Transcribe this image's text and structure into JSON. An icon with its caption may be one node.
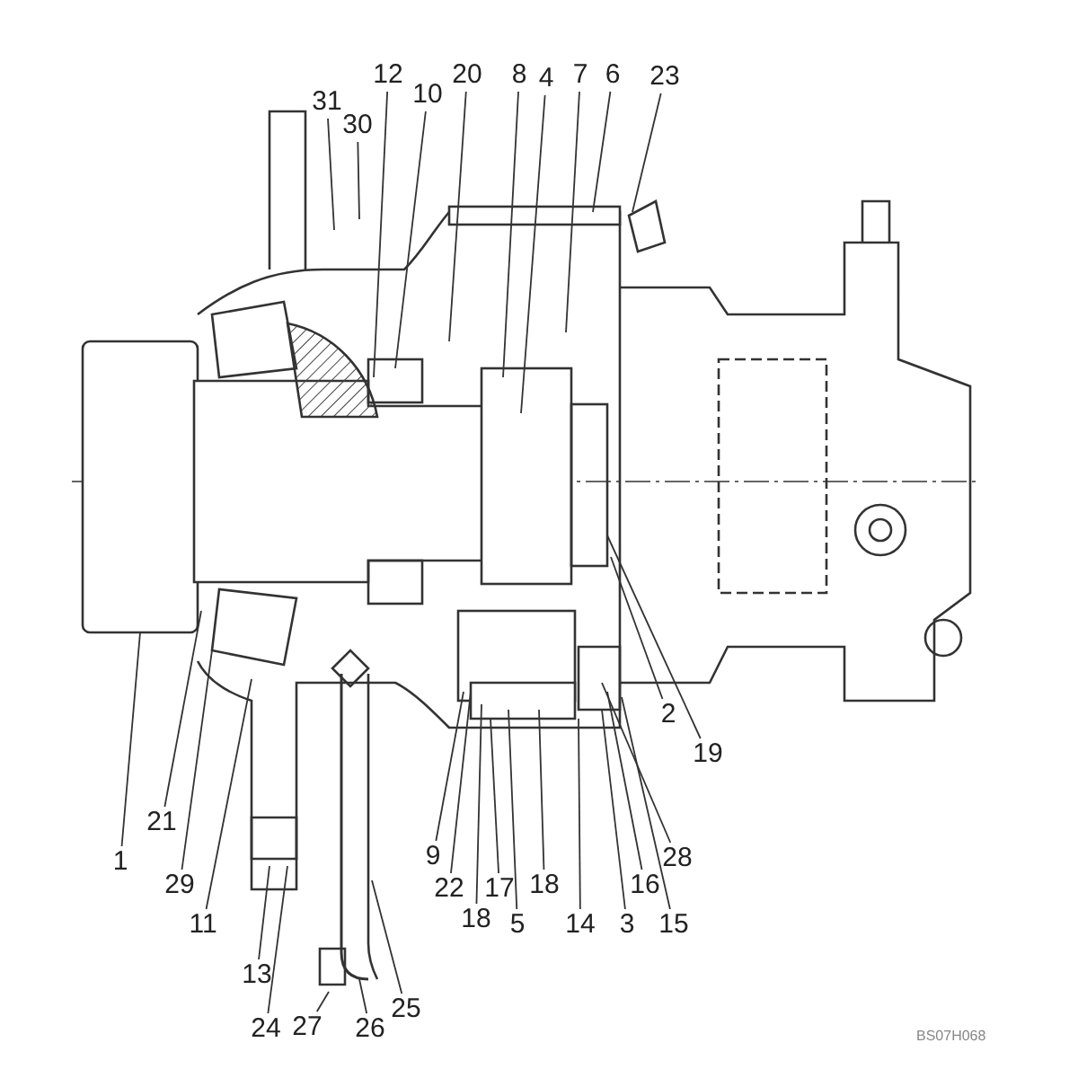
{
  "diagram": {
    "nodes": [
      {
        "text": [
          "31"
        ]
      },
      {
        "text": [
          "30"
        ]
      },
      {
        "text": [
          "12"
        ]
      },
      {
        "text": [
          "10"
        ]
      },
      {
        "text": [
          "20"
        ]
      },
      {
        "text": [
          "8"
        ]
      },
      {
        "text": [
          "4"
        ]
      },
      {
        "text": [
          "7"
        ]
      },
      {
        "text": [
          "6"
        ]
      },
      {
        "text": [
          "23"
        ]
      },
      {
        "text": [
          "2"
        ]
      },
      {
        "text": [
          "19"
        ]
      },
      {
        "text": [
          "1"
        ]
      },
      {
        "text": [
          "21"
        ]
      },
      {
        "text": [
          "29"
        ]
      },
      {
        "text": [
          "11"
        ]
      },
      {
        "text": [
          "9"
        ]
      },
      {
        "text": [
          "28"
        ]
      },
      {
        "text": [
          "22"
        ]
      },
      {
        "text": [
          "17"
        ]
      },
      {
        "text": [
          "18"
        ]
      },
      {
        "text": [
          "16"
        ]
      },
      {
        "text": [
          "18"
        ]
      },
      {
        "text": [
          "5"
        ]
      },
      {
        "text": [
          "14"
        ]
      },
      {
        "text": [
          "3"
        ]
      },
      {
        "text": [
          "15"
        ]
      },
      {
        "text": [
          "13"
        ]
      },
      {
        "text": [
          "24"
        ]
      },
      {
        "text": [
          "27"
        ]
      },
      {
        "text": [
          "26"
        ]
      },
      {
        "text": [
          "25"
        ]
      }
    ],
    "edges": [
      {
        "from": 0,
        "to": null,
        "arrow": "none"
      },
      {
        "from": 1,
        "to": null,
        "arrow": "none"
      },
      {
        "from": 2,
        "to": null,
        "arrow": "none"
      },
      {
        "from": 3,
        "to": null,
        "arrow": "none"
      },
      {
        "from": 4,
        "to": null,
        "arrow": "none"
      },
      {
        "from": 5,
        "to": null,
        "arrow": "none"
      },
      {
        "from": 6,
        "to": null,
        "arrow": "none"
      },
      {
        "from": 7,
        "to": null,
        "arrow": "none"
      },
      {
        "from": 8,
        "to": null,
        "arrow": "none"
      },
      {
        "from": 9,
        "to": null,
        "arrow": "none"
      },
      {
        "from": 10,
        "to": null,
        "arrow": "none"
      },
      {
        "from": 11,
        "to": null,
        "arrow": "none"
      },
      {
        "from": 12,
        "to": null,
        "arrow": "none"
      },
      {
        "from": 13,
        "to": null,
        "arrow": "none"
      },
      {
        "from": 14,
        "to": null,
        "arrow": "none"
      },
      {
        "from": 15,
        "to": null,
        "arrow": "none"
      },
      {
        "from": 16,
        "to": null,
        "arrow": "none"
      },
      {
        "from": 17,
        "to": null,
        "arrow": "none"
      },
      {
        "from": 18,
        "to": null,
        "arrow": "none"
      },
      {
        "from": 19,
        "to": null,
        "arrow": "none"
      },
      {
        "from": 20,
        "to": null,
        "arrow": "none"
      },
      {
        "from": 21,
        "to": null,
        "arrow": "none"
      },
      {
        "from": 22,
        "to": null,
        "arrow": "none"
      },
      {
        "from": 23,
        "to": null,
        "arrow": "none"
      },
      {
        "from": 24,
        "to": null,
        "arrow": "none"
      },
      {
        "from": 25,
        "to": null,
        "arrow": "none"
      },
      {
        "from": 26,
        "to": null,
        "arrow": "none"
      },
      {
        "from": 27,
        "to": null,
        "arrow": "none"
      },
      {
        "from": 28,
        "to": null,
        "arrow": "none"
      },
      {
        "from": 29,
        "to": null,
        "arrow": "none"
      },
      {
        "from": 30,
        "to": null,
        "arrow": "none"
      },
      {
        "from": 31,
        "to": null,
        "arrow": "none"
      }
    ],
    "labels": [
      "BS07H068"
    ]
  }
}
